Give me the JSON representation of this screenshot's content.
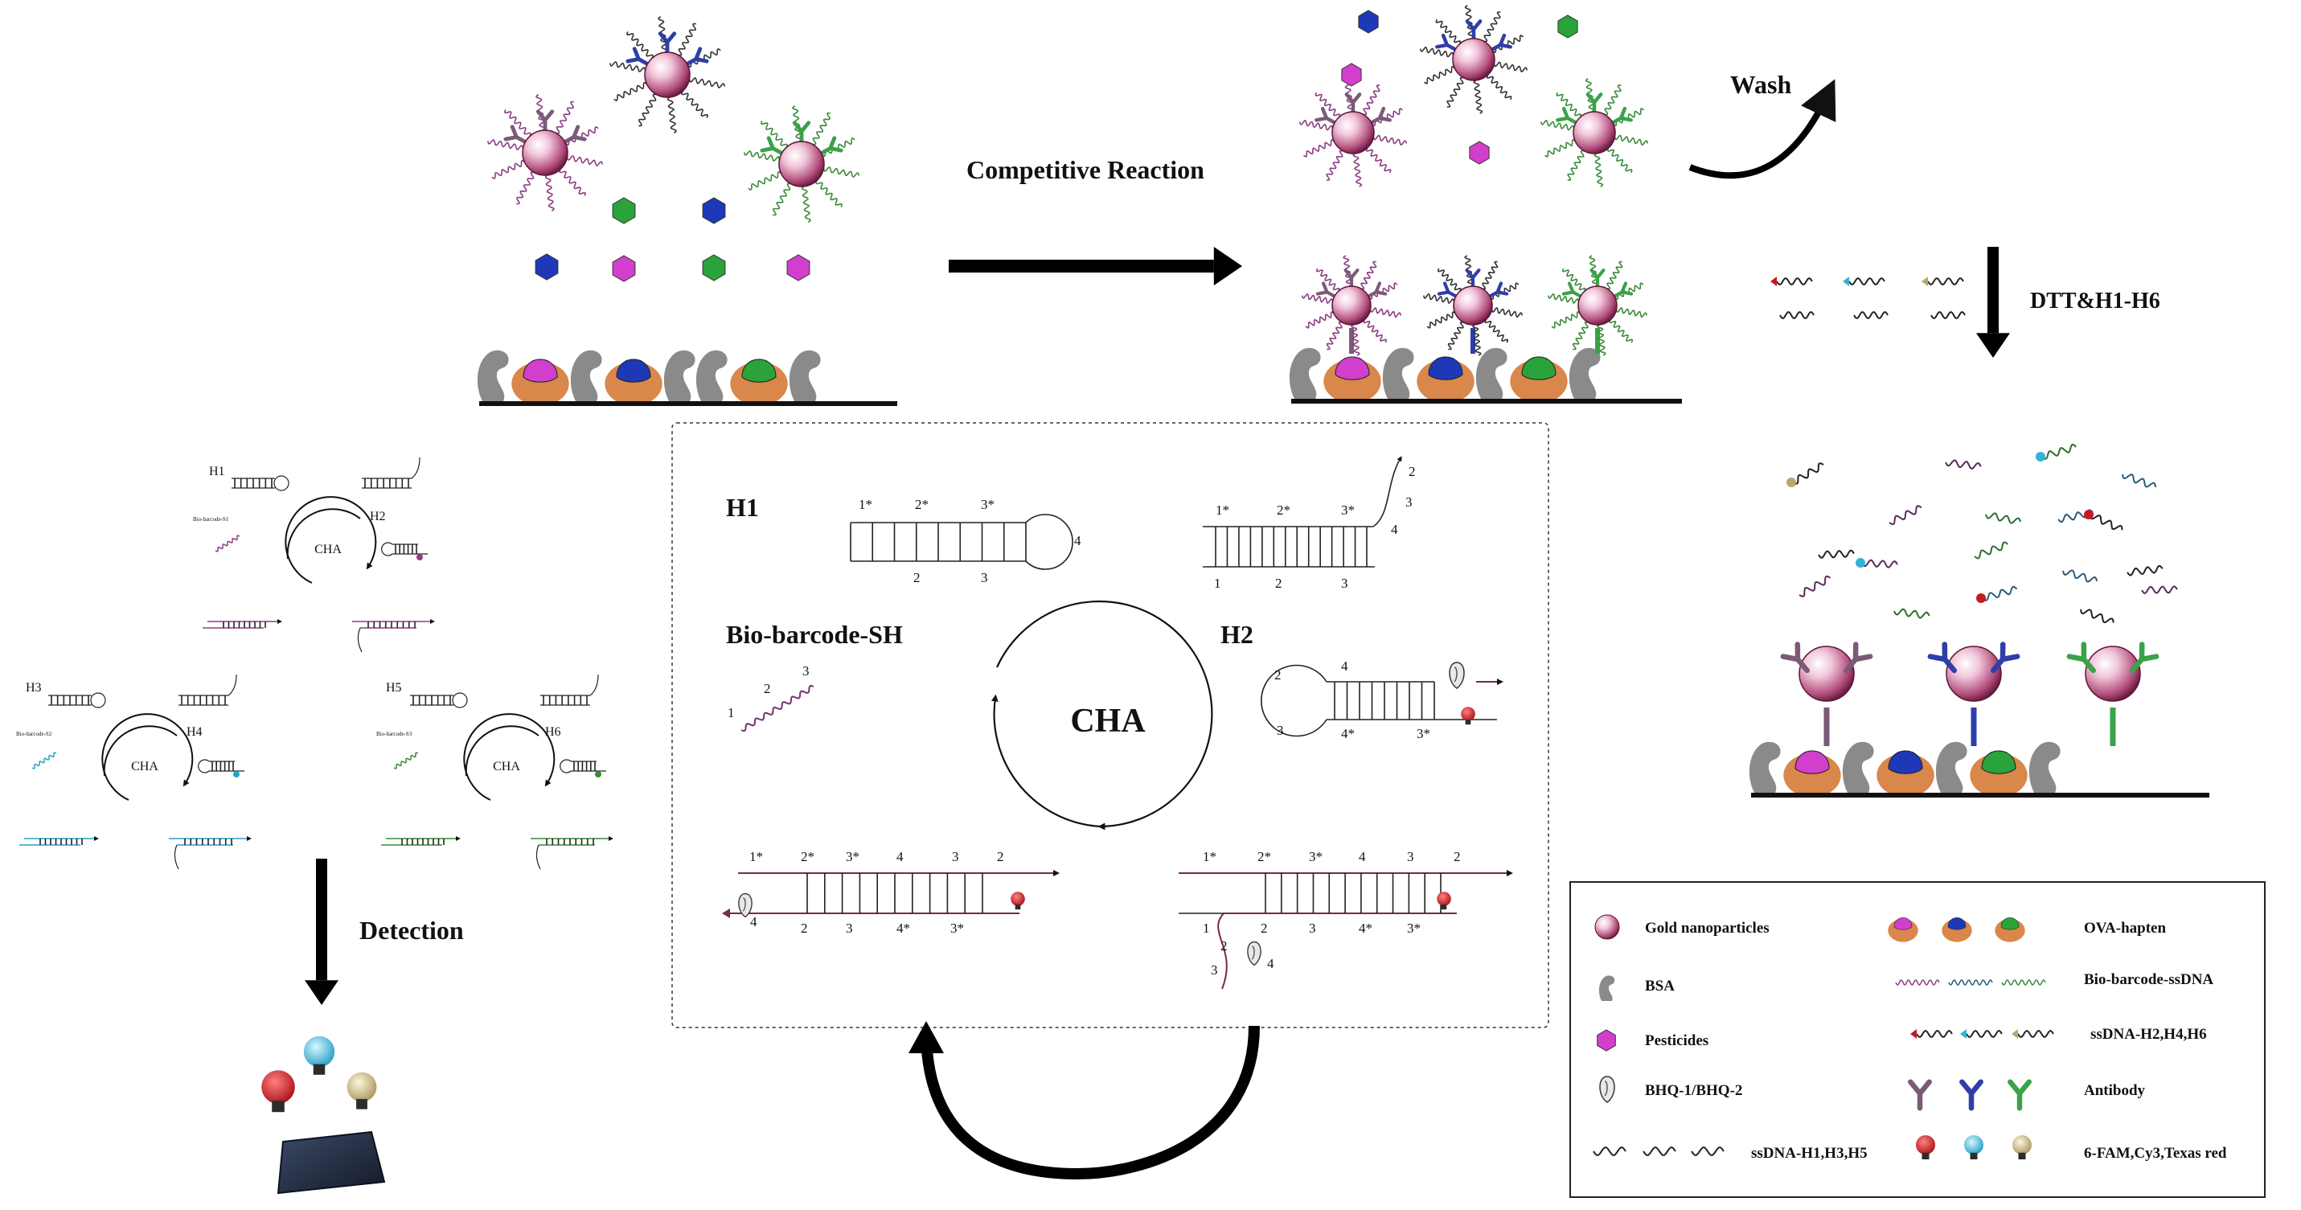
{
  "labels": {
    "competitive_reaction": "Competitive Reaction",
    "wash": "Wash",
    "dtt": "DTT&H1-H6",
    "detection": "Detection",
    "cha": "CHA",
    "h1": "H1",
    "h2": "H2",
    "bio_barcode_sh": "Bio-barcode-SH"
  },
  "mini_cycles": [
    {
      "top_label": "H1",
      "side_label": "H2",
      "center": "CHA",
      "caption": "Bio-barcode-S1"
    },
    {
      "top_label": "H3",
      "side_label": "H4",
      "center": "CHA",
      "caption": "Bio-barcode-S2"
    },
    {
      "top_label": "H5",
      "side_label": "H6",
      "center": "CHA",
      "caption": "Bio-barcode-S3"
    }
  ],
  "strand_numbers": {
    "h1_top": [
      "1*",
      "2*",
      "3*"
    ],
    "h1_bottom": [
      "2",
      "3"
    ],
    "h1_loop": "4",
    "open_top": [
      "1*",
      "2*",
      "3*"
    ],
    "open_bottom": [
      "1",
      "2",
      "3"
    ],
    "open_tail": [
      "2",
      "3",
      "4"
    ],
    "barcode": [
      "1",
      "2",
      "3"
    ],
    "h2_loop": [
      "2",
      "3"
    ],
    "h2_top": "4",
    "h2_bottom": [
      "4*",
      "3*"
    ],
    "dup1_top": [
      "1*",
      "2*",
      "3*",
      "4",
      "3",
      "2"
    ],
    "dup1_bottom": [
      "4",
      "2",
      "3",
      "4*",
      "3*"
    ],
    "dup2_top": [
      "1*",
      "2*",
      "3*",
      "4",
      "3",
      "2"
    ],
    "dup2_bottom": [
      "2",
      "3",
      "4*",
      "3*"
    ],
    "dup2_tail": [
      "1",
      "2",
      "3",
      "4"
    ]
  },
  "legend": [
    {
      "label": "Gold nanoparticles",
      "icon": "gold-nanoparticle-icon"
    },
    {
      "label": "OVA-hapten",
      "icon": "ova-hapten-icon"
    },
    {
      "label": "BSA",
      "icon": "bsa-icon"
    },
    {
      "label": "Bio-barcode-ssDNA",
      "icon": "bio-barcode-ssdna-icon"
    },
    {
      "label": "Pesticides",
      "icon": "pesticide-icon"
    },
    {
      "label": "ssDNA-H2,H4,H6",
      "icon": "ssdna-h2-h4-h6-icon"
    },
    {
      "label": "BHQ-1/BHQ-2",
      "icon": "quencher-icon"
    },
    {
      "label": "Antibody",
      "icon": "antibody-icon"
    },
    {
      "label": "ssDNA-H1,H3,H5",
      "icon": "ssdna-h1-h3-h5-icon"
    },
    {
      "label": "6-FAM,Cy3,Texas red",
      "icon": "fluorophore-bulb-icon"
    }
  ],
  "colors": {
    "magenta": "#d23fcc",
    "blue": "#1d39b8",
    "green": "#2aa33a",
    "gold_np": "#c98aa6",
    "ova": "#d9874a",
    "bsa": "#8a8a8a",
    "red_bulb": "#c41a22",
    "cyan_bulb": "#33b3d6",
    "tan_bulb": "#b8a86a"
  }
}
